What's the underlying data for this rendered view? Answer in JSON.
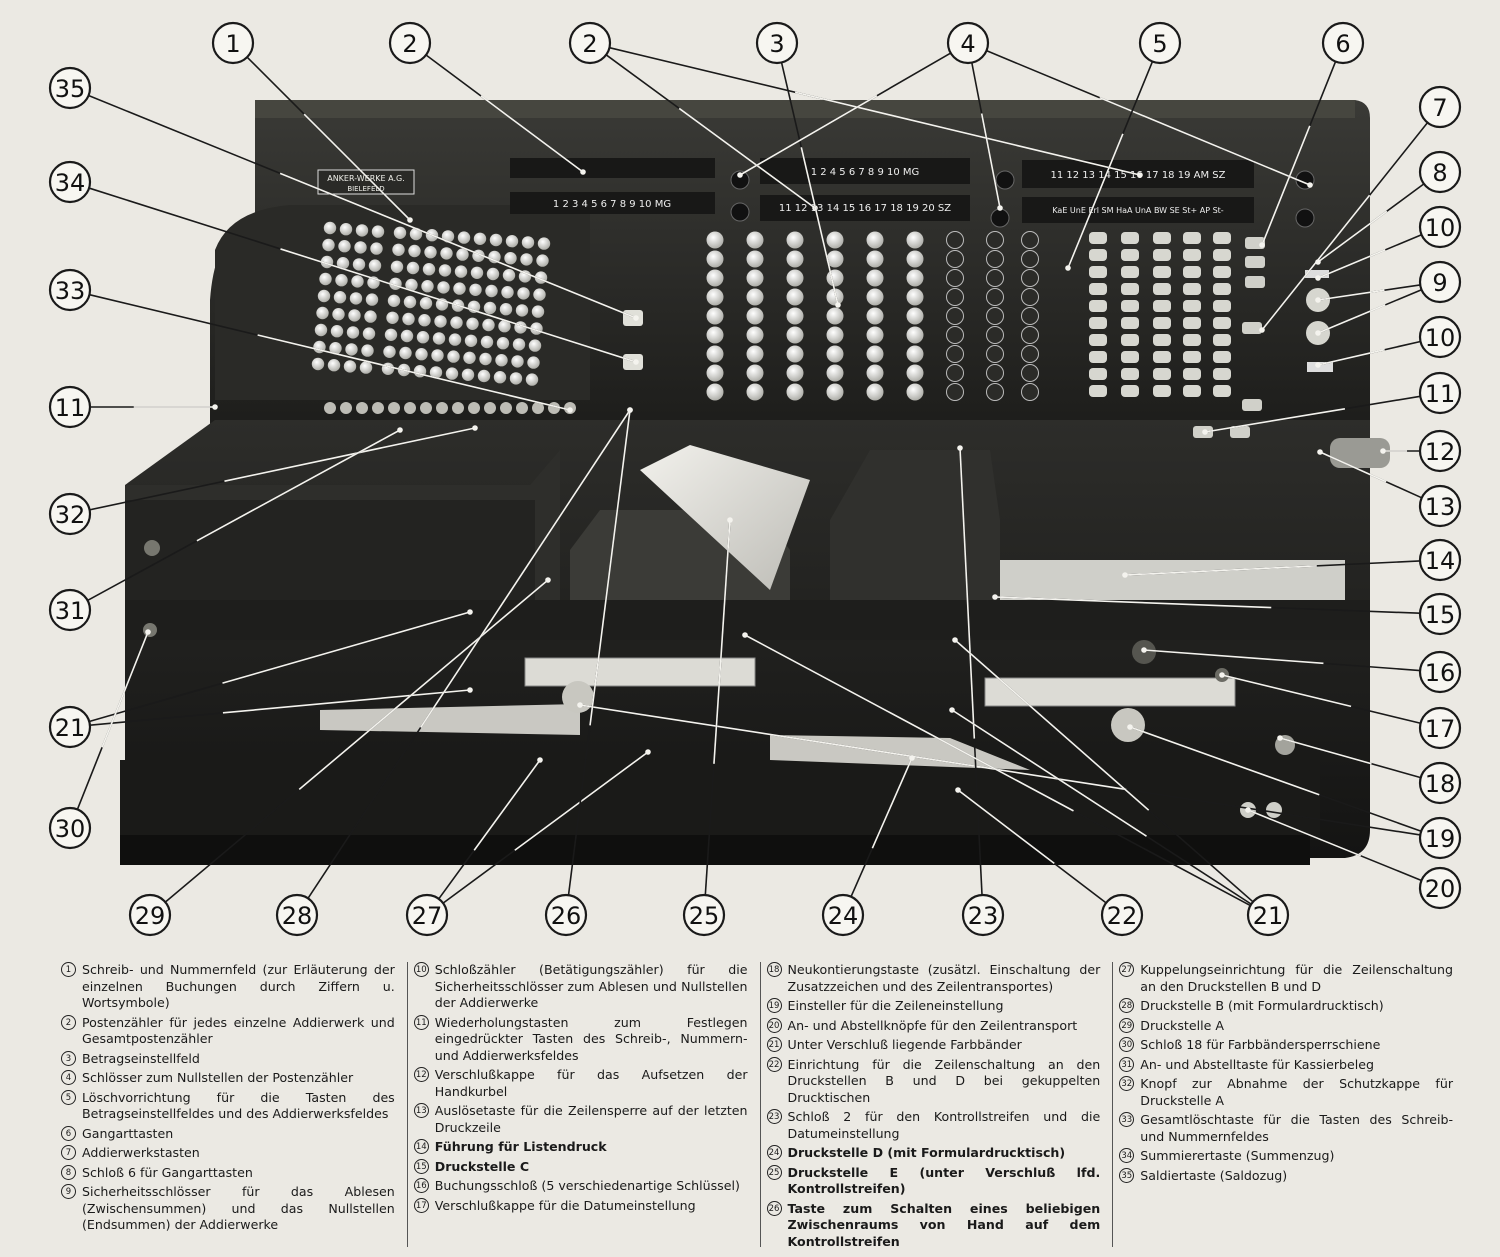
{
  "nameplate": {
    "line1": "ANKER-WERKE A.G.",
    "line2": "BIELEFELD"
  },
  "display_strips": {
    "top_left": "1 2 3 4 5 6 7 8 9 10 MG",
    "top_mid": "1 2 4 5 6 7 8 9 10 MG",
    "mid_mid": "11 12 13 14 15 16 17 18 19 20 SZ",
    "top_right": "11 12 13 14 15 16 17 18 19 AM SZ",
    "mid_right": "KaE UnE Erl SM HaA UnA BW SE St+ AP St-"
  },
  "callouts": [
    {
      "label": "1"
    },
    {
      "label": "2"
    },
    {
      "label": "2"
    },
    {
      "label": "3"
    },
    {
      "label": "4"
    },
    {
      "label": "5"
    },
    {
      "label": "6"
    },
    {
      "label": "7"
    },
    {
      "label": "8"
    },
    {
      "label": "10"
    },
    {
      "label": "9"
    },
    {
      "label": "10"
    },
    {
      "label": "35"
    },
    {
      "label": "34"
    },
    {
      "label": "33"
    },
    {
      "label": "11"
    },
    {
      "label": "11"
    },
    {
      "label": "12"
    },
    {
      "label": "13"
    },
    {
      "label": "32"
    },
    {
      "label": "31"
    },
    {
      "label": "14"
    },
    {
      "label": "15"
    },
    {
      "label": "16"
    },
    {
      "label": "21"
    },
    {
      "label": "17"
    },
    {
      "label": "18"
    },
    {
      "label": "30"
    },
    {
      "label": "19"
    },
    {
      "label": "20"
    },
    {
      "label": "29"
    },
    {
      "label": "28"
    },
    {
      "label": "27"
    },
    {
      "label": "26"
    },
    {
      "label": "25"
    },
    {
      "label": "24"
    },
    {
      "label": "23"
    },
    {
      "label": "22"
    },
    {
      "label": "21"
    }
  ],
  "legend": [
    [
      {
        "num": "1",
        "text": "Schreib- und Nummernfeld (zur Erläuterung der einzelnen Buchungen durch Ziffern u. Wortsymbole)"
      },
      {
        "num": "2",
        "text": "Postenzähler für jedes einzelne Addierwerk und Gesamtpostenzähler"
      },
      {
        "num": "3",
        "text": "Betragseinstellfeld"
      },
      {
        "num": "4",
        "text": "Schlösser zum Nullstellen der Postenzähler"
      },
      {
        "num": "5",
        "text": "Löschvorrichtung für die Tasten des Betragseinstellfeldes und des Addierwerksfeldes"
      },
      {
        "num": "6",
        "text": "Gangarttasten"
      },
      {
        "num": "7",
        "text": "Addierwerkstasten"
      },
      {
        "num": "8",
        "text": "Schloß 6 für Gangarttasten"
      },
      {
        "num": "9",
        "text": "Sicherheitsschlösser für das Ablesen (Zwischensummen) und das Nullstellen (Endsummen) der Addierwerke"
      }
    ],
    [
      {
        "num": "10",
        "text": "Schloßzähler (Betätigungszähler) für die Sicherheitsschlösser zum Ablesen und Nullstellen der Addierwerke"
      },
      {
        "num": "11",
        "text": "Wiederholungstasten zum Festlegen eingedrückter Tasten des Schreib-, Nummern- und Addierwerksfeldes"
      },
      {
        "num": "12",
        "text": "Verschlußkappe für das Aufsetzen der Handkurbel"
      },
      {
        "num": "13",
        "text": "Auslösetaste für die Zeilensperre auf der letzten Druckzeile"
      },
      {
        "num": "14",
        "text": "Führung für Listendruck",
        "bold": true
      },
      {
        "num": "15",
        "text": "Druckstelle C",
        "bold": true
      },
      {
        "num": "16",
        "text": "Buchungsschloß (5 verschiedenartige Schlüssel)"
      },
      {
        "num": "17",
        "text": "Verschlußkappe für die Datumeinstellung"
      }
    ],
    [
      {
        "num": "18",
        "text": "Neukontierungstaste (zusätzl. Einschaltung der Zusatzzeichen und des Zeilentransportes)"
      },
      {
        "num": "19",
        "text": "Einsteller für die Zeileneinstellung"
      },
      {
        "num": "20",
        "text": "An- und Abstellknöpfe für den Zeilentransport"
      },
      {
        "num": "21",
        "text": "Unter Verschluß liegende Farbbänder"
      },
      {
        "num": "22",
        "text": "Einrichtung für die Zeilenschaltung an den Druckstellen B und D bei gekuppelten Drucktischen"
      },
      {
        "num": "23",
        "text": "Schloß 2 für den Kontrollstreifen und die Datumeinstellung"
      },
      {
        "num": "24",
        "text": "Druckstelle D (mit Formulardrucktisch)",
        "bold": true
      },
      {
        "num": "25",
        "text": "Druckstelle E (unter Verschluß lfd. Kontrollstreifen)",
        "bold": true
      },
      {
        "num": "26",
        "text": "Taste zum Schalten eines beliebigen Zwischenraums von Hand auf dem Kontrollstreifen",
        "bold": true
      }
    ],
    [
      {
        "num": "27",
        "text": "Kuppelungseinrichtung für die Zeilenschaltung an den Druckstellen B und D"
      },
      {
        "num": "28",
        "text": "Druckstelle B (mit Formulardrucktisch)"
      },
      {
        "num": "29",
        "text": "Druckstelle A"
      },
      {
        "num": "30",
        "text": "Schloß 18 für Farbbändersperrschiene"
      },
      {
        "num": "31",
        "text": "An- und Abstelltaste für Kassierbeleg"
      },
      {
        "num": "32",
        "text": "Knopf zur Abnahme der Schutzkappe für Druckstelle A"
      },
      {
        "num": "33",
        "text": "Gesamtlöschtaste für die Tasten des Schreib- und Nummernfeldes"
      },
      {
        "num": "34",
        "text": "Summierertaste (Summenzug)"
      },
      {
        "num": "35",
        "text": "Saldiertaste (Saldozug)"
      }
    ]
  ]
}
